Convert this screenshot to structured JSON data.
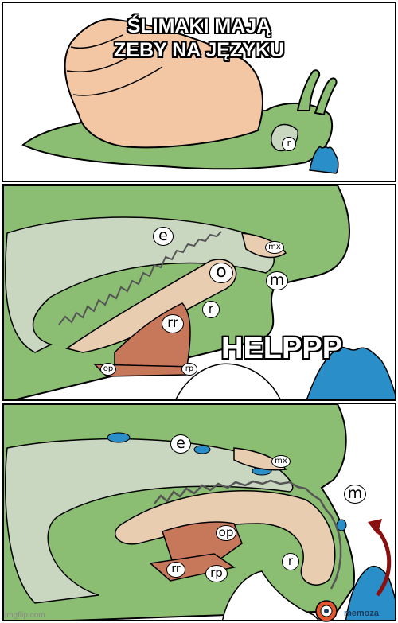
{
  "caption_top": "ŚLIMAKI MAJĄ ZEBY NA JĘZYKU",
  "caption_help": "HELPPP",
  "panel1_labels": {
    "r": "r"
  },
  "panel2_labels": {
    "e": "e",
    "mx": "mx",
    "o": "o",
    "m": "m",
    "r": "r",
    "rr": "rr",
    "op": "op",
    "rp": "rp"
  },
  "panel3_labels": {
    "e": "e",
    "mx": "mx",
    "m": "m",
    "op": "op",
    "r": "r",
    "rr": "rr",
    "rp": "rp"
  },
  "watermark": "imgflip.com",
  "brand": "memoza",
  "colors": {
    "snail_body": "#8bbd72",
    "shell": "#f3c7a4",
    "tissue": "#c9d6c0",
    "muscle": "#c8785a",
    "cartilage": "#e8cdb0",
    "water": "#2a8fc8",
    "arrow": "#8a1010"
  }
}
